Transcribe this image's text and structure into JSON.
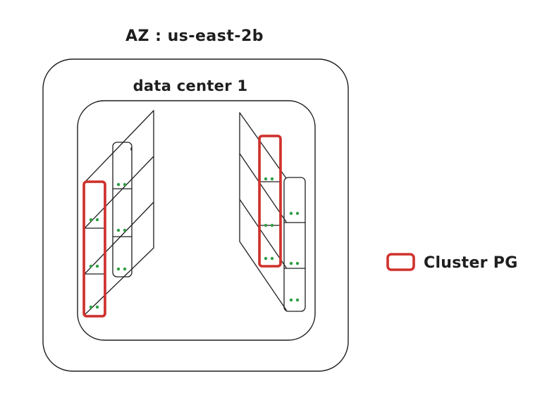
{
  "az_label": "AZ : us-east-2b",
  "datacenter_label": "data center 1",
  "legend": {
    "label": "Cluster PG",
    "color": "#d0312d"
  },
  "node_dot_color": "#2f9e44"
}
